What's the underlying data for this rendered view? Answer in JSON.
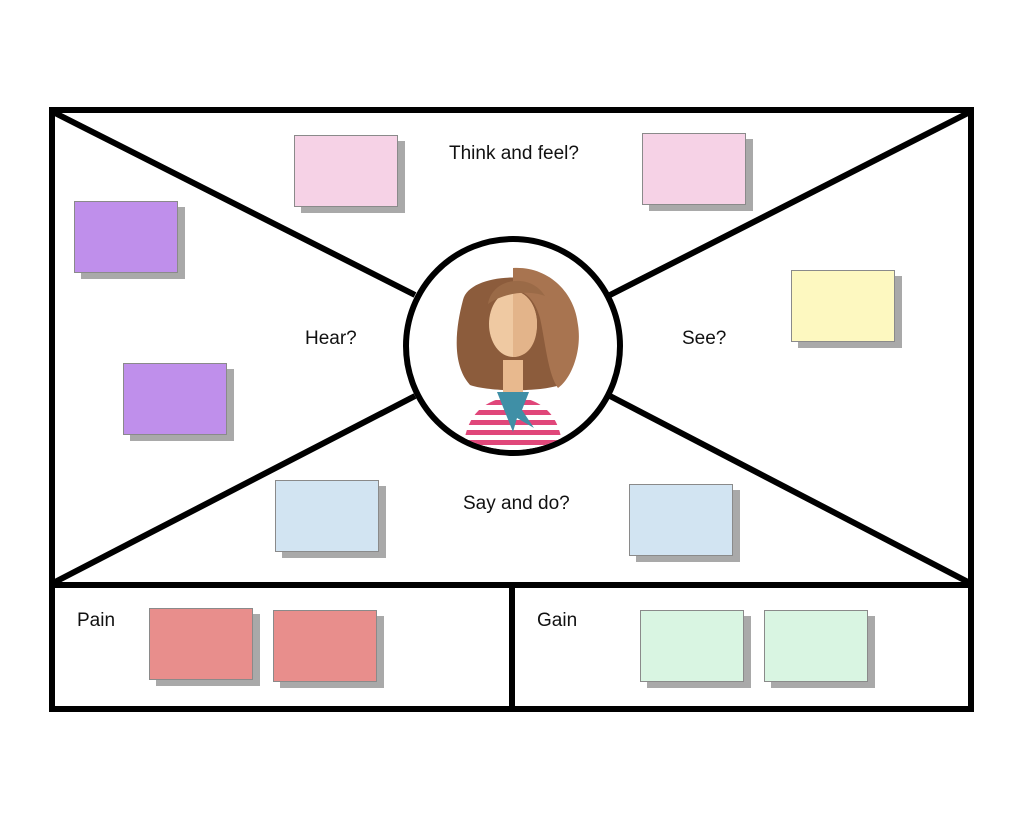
{
  "labels": {
    "think_feel": "Think and feel?",
    "hear": "Hear?",
    "see": "See?",
    "say_do": "Say and do?",
    "pain": "Pain",
    "gain": "Gain"
  },
  "colors": {
    "line": "#000000",
    "note_pink": "#f6d2e6",
    "note_purple": "#bf8feb",
    "note_yellow": "#fdf8c0",
    "note_blue": "#d2e4f2",
    "note_red": "#e88e8c",
    "note_green": "#d9f5e2",
    "note_shadow": "#a9a9a9",
    "hair": "#9a6a47",
    "skin": "#efc9a2",
    "shirt_stripe": "#e0477a",
    "scarf": "#3f8fa6"
  },
  "persona": {
    "icon": "woman-avatar-icon"
  }
}
